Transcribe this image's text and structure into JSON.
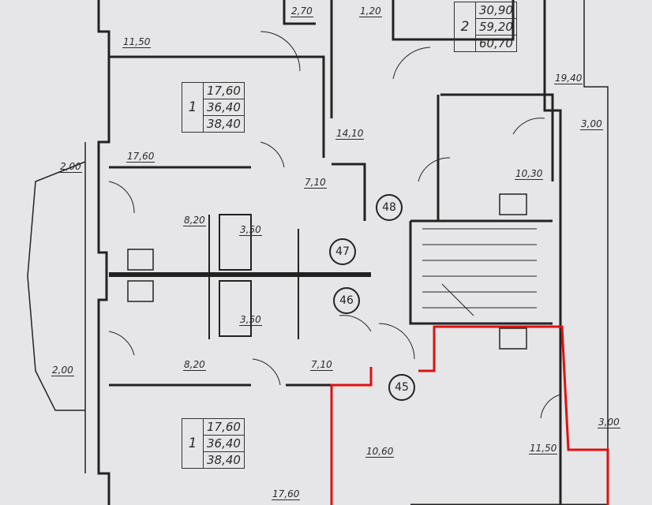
{
  "rooms": [
    {
      "id": "r1",
      "area": "2,70"
    },
    {
      "id": "r2",
      "area": "1,20"
    },
    {
      "id": "r3",
      "area": "11,50"
    },
    {
      "id": "r4",
      "area": "19,40"
    },
    {
      "id": "r5",
      "area": "3,00"
    },
    {
      "id": "r6",
      "area": "14,10"
    },
    {
      "id": "r7",
      "area": "2,00"
    },
    {
      "id": "r8",
      "area": "17,60"
    },
    {
      "id": "r9",
      "area": "7,10"
    },
    {
      "id": "r10",
      "area": "10,30"
    },
    {
      "id": "r11",
      "area": "8,20"
    },
    {
      "id": "r12",
      "area": "3,50"
    },
    {
      "id": "r13",
      "area": "3,50"
    },
    {
      "id": "r14",
      "area": "8,20"
    },
    {
      "id": "r15",
      "area": "7,10"
    },
    {
      "id": "r16",
      "area": "2,00"
    },
    {
      "id": "r17",
      "area": "3,00"
    },
    {
      "id": "r18",
      "area": "11,50"
    },
    {
      "id": "r19",
      "area": "10,60"
    },
    {
      "id": "r20",
      "area": "17,60"
    }
  ],
  "apartments": [
    {
      "rooms": "2",
      "living": "30,90",
      "total": "59,20",
      "total_balcony": "60,70"
    },
    {
      "rooms": "1",
      "living": "17,60",
      "total": "36,40",
      "total_balcony": "38,40"
    },
    {
      "rooms": "1",
      "living": "17,60",
      "total": "36,40",
      "total_balcony": "38,40"
    }
  ],
  "markers": [
    "48",
    "47",
    "46",
    "45"
  ],
  "colors": {
    "background": "#e6e6e8",
    "walls": "#222222",
    "highlight": "#e01010"
  }
}
